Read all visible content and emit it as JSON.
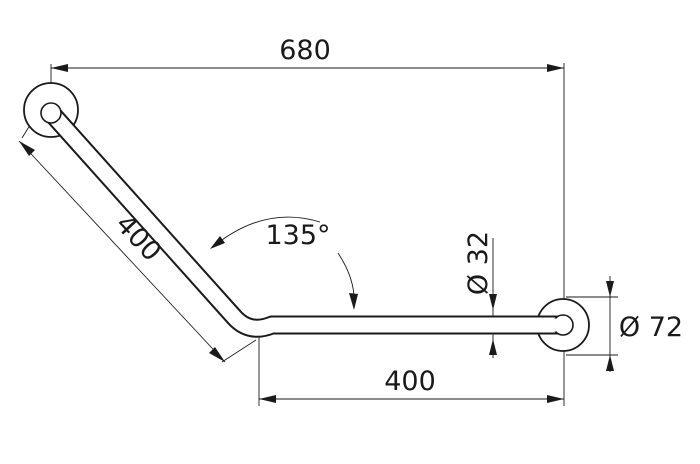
{
  "dimensions": {
    "overall_width": "680",
    "angled_leg_length": "400",
    "angle": "135°",
    "tube_diameter": "Ø 32",
    "flange_diameter": "Ø 72",
    "horizontal_leg_length": "400"
  }
}
